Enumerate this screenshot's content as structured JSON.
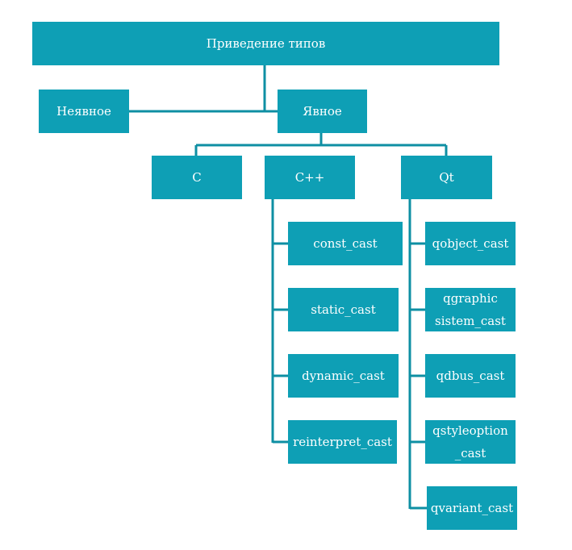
{
  "colors": {
    "box": "#0e9fb5",
    "line": "#0e8fa3",
    "text": "#ffffff"
  },
  "root": "Приведение типов",
  "implicit": "Неявное",
  "explicit": "Явное",
  "langs": [
    "C",
    "C++",
    "Qt"
  ],
  "cpp_casts": [
    "const_cast",
    "static_cast",
    "dynamic_cast",
    "reinterpret_cast"
  ],
  "qt_casts": [
    "qobject_cast",
    "qgraphic\nsistem_cast",
    "qdbus_cast",
    "qstyleoption\n_cast",
    "qvariant_cast"
  ]
}
